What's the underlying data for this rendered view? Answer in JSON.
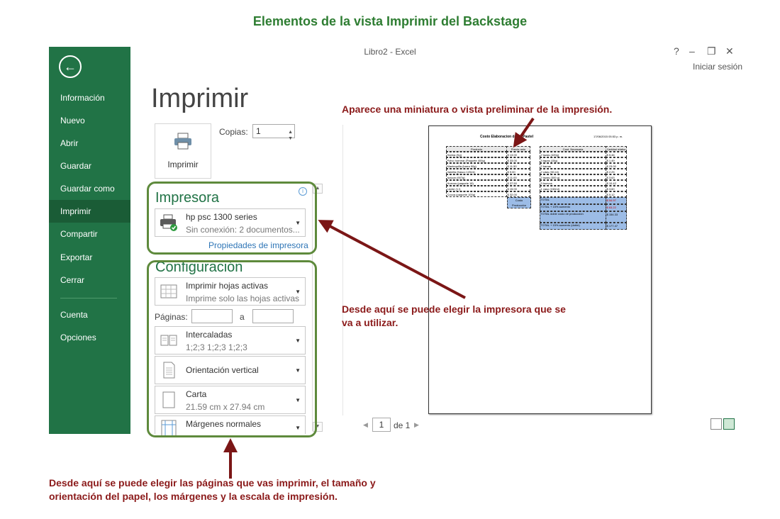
{
  "page_title": "Elementos de la vista Imprimir del Backstage",
  "window": {
    "title": "Libro2 - Excel",
    "help": "?",
    "minimize": "–",
    "restore": "❐",
    "close": "✕",
    "signin": "Iniciar sesión"
  },
  "sidebar": {
    "back_icon": "←",
    "items": [
      {
        "label": "Información"
      },
      {
        "label": "Nuevo"
      },
      {
        "label": "Abrir"
      },
      {
        "label": "Guardar"
      },
      {
        "label": "Guardar como"
      },
      {
        "label": "Imprimir"
      },
      {
        "label": "Compartir"
      },
      {
        "label": "Exportar"
      },
      {
        "label": "Cerrar"
      },
      {
        "label": "Cuenta"
      },
      {
        "label": "Opciones"
      }
    ],
    "active": "Imprimir"
  },
  "main": {
    "heading": "Imprimir",
    "print_button": "Imprimir",
    "copies_label": "Copias:",
    "copies_value": "1",
    "printer_section": "Impresora",
    "printer": {
      "name": "hp psc 1300 series",
      "status": "Sin conexión: 2 documentos..."
    },
    "printer_props": "Propiedades de impresora",
    "config_section": "Configuración",
    "settings": [
      {
        "main": "Imprimir hojas activas",
        "sub": "Imprime solo las hojas activas"
      },
      {
        "main": "Intercaladas",
        "sub": "1;2;3    1;2;3    1;2;3"
      },
      {
        "main": "Orientación vertical",
        "sub": ""
      },
      {
        "main": "Carta",
        "sub": "21.59 cm x 27.94 cm"
      },
      {
        "main": "Márgenes normales",
        "sub": ""
      }
    ],
    "pages_label": "Páginas:",
    "pages_to": "a"
  },
  "preview": {
    "page_value": "1",
    "of_label": "de 1",
    "sheet": {
      "title": "Costo Elaboracion de un Pastel",
      "date": "17/06/2015 05:53 p. m.",
      "left_headers": [
        "Producto",
        "Precio neto"
      ],
      "right_headers": [
        "Cant. Necesaria",
        "Cantidad relativa"
      ],
      "left_rows": [
        [
          "Harina (Kg)",
          "$ 13.00"
        ],
        [
          "Polvo hornear (Paquete 400g)",
          "$ 33.00"
        ],
        [
          "Mantequilla (barra 90g)",
          "$ 11.50"
        ],
        [
          "Vainilla (frasco 120ml)",
          "$ 9.00"
        ],
        [
          "Azúcar (907g)",
          "$ 11.00"
        ],
        [
          "Huevos (paquete 18)",
          "$ 37.50"
        ],
        [
          "Leche (1 l)",
          "$ 15.00"
        ],
        [
          "Cocoa (paquete 100g)",
          "$ 32.00"
        ]
      ],
      "right_rows": [
        [
          "2 tazas (420g)",
          "$ 5.46"
        ],
        [
          "3 tapas (15g)",
          "$ 1.49"
        ],
        [
          "2 barras",
          "$ 23.00"
        ],
        [
          "2 cdas (30 ml)",
          "$ 2.25"
        ],
        [
          "2 tazas (300 g)",
          "$ 3.63"
        ],
        [
          "3 huevos",
          "$ 10.42"
        ],
        [
          "1 vaso (240ml)",
          "$ 3.60"
        ],
        [
          "",
          "$ 5.12"
        ]
      ],
      "cost_label": "Costo Producción",
      "totals": [
        [
          "TOTAL",
          "$ 54.97"
        ],
        [
          "TOTAL + 15% aumento",
          "$ 63.22"
        ],
        [
          "TOTAL doble costo de producción",
          "$ 154.33"
        ],
        [
          "TOTAL + 15% aumento (doble)",
          "$ 177.47"
        ]
      ]
    }
  },
  "annotations": {
    "preview_note": "Aparece una miniatura o vista preliminar de la impresión.",
    "printer_note": "Desde aquí se puede elegir la impresora que se va a utilizar.",
    "settings_note": "Desde aquí se puede elegir las páginas que vas imprimir, el tamaño y orientación del papel, los márgenes y la escala de impresión."
  },
  "colors": {
    "excel_green": "#217346",
    "frame_green": "#5e8a3c",
    "arrow_red": "#7b1616",
    "title_green": "#2e7d32"
  }
}
